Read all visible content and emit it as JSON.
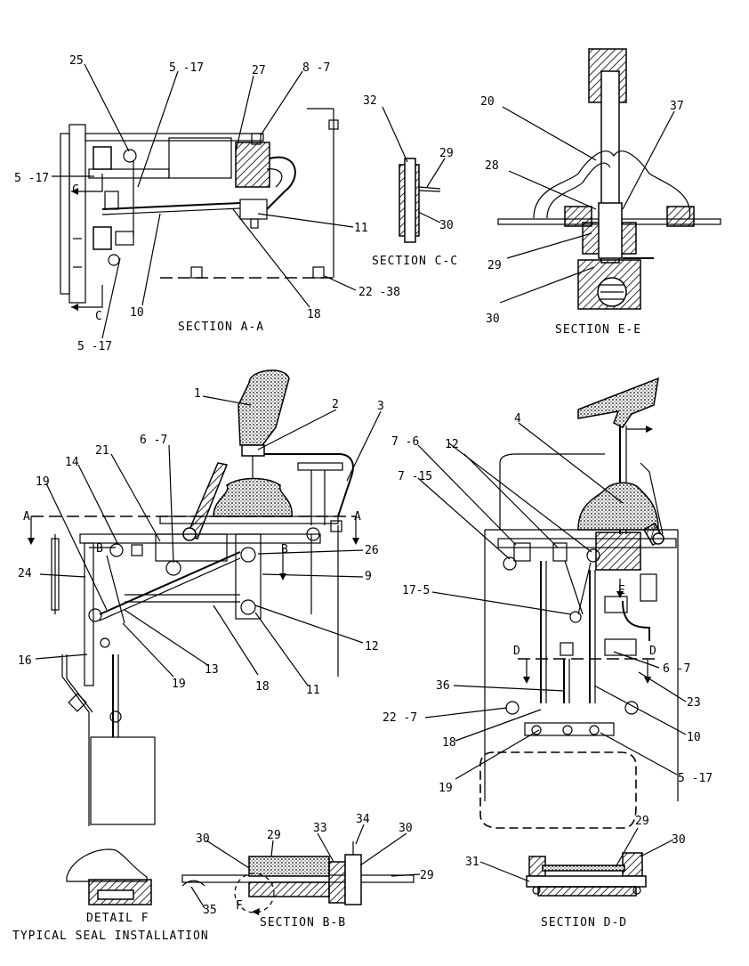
{
  "sections": {
    "aa": "SECTION A-A",
    "cc": "SECTION C-C",
    "ee": "SECTION E-E",
    "bb": "SECTION B-B",
    "dd": "SECTION D-D",
    "f": "DETAIL F",
    "seal": "TYPICAL SEAL INSTALLATION"
  },
  "callouts": {
    "aa": [
      "25",
      "5 -17",
      "27",
      "8 -7",
      "5 -17",
      "11",
      "10",
      "18",
      "22 -38",
      "5 -17"
    ],
    "cc": [
      "32",
      "29",
      "30"
    ],
    "ee": [
      "20",
      "37",
      "28",
      "29",
      "30"
    ],
    "main": [
      "1",
      "2",
      "3",
      "6 -7",
      "21",
      "14",
      "19",
      "24",
      "16",
      "19",
      "13",
      "18",
      "11",
      "12",
      "9",
      "26"
    ],
    "right": [
      "4",
      "7 -6",
      "12",
      "7 -15",
      "17-5",
      "6 -7",
      "23",
      "10",
      "5 -17",
      "19",
      "18",
      "22 -7",
      "36"
    ],
    "bb": [
      "30",
      "29",
      "33",
      "34",
      "30",
      "29",
      "35"
    ],
    "dd": [
      "31",
      "29",
      "30"
    ]
  },
  "cut_marks": {
    "a_left": "A",
    "a_right": "A",
    "b_left": "B",
    "b_right": "B",
    "c_top": "C",
    "c_bottom": "C",
    "d_left": "D",
    "d_right": "D",
    "e_right": "E",
    "f_detail": "F"
  }
}
